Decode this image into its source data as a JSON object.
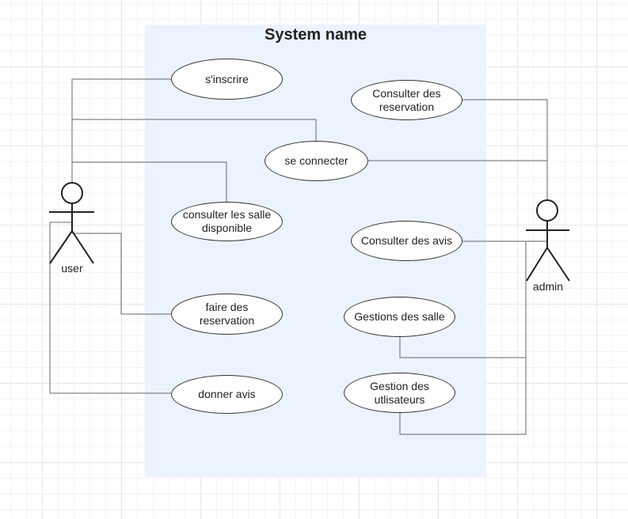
{
  "system": {
    "title": "System name"
  },
  "actors": {
    "user": {
      "label": "user"
    },
    "admin": {
      "label": "admin"
    }
  },
  "use_cases": {
    "sinscrire": "s'inscrire",
    "se_connecter": "se connecter",
    "consulter_salle": "consulter les salle disponible",
    "faire_reservation": "faire des reservation",
    "donner_avis": "donner avis",
    "consulter_reservation": "Consulter des reservation",
    "consulter_avis": "Consulter des avis",
    "gestion_salle": "Gestions des salle",
    "gestion_utilisateurs": "Gestion des utlisateurs"
  },
  "colors": {
    "system_fill": "#ebf3fe",
    "line": "#555555",
    "stroke": "#222222"
  }
}
